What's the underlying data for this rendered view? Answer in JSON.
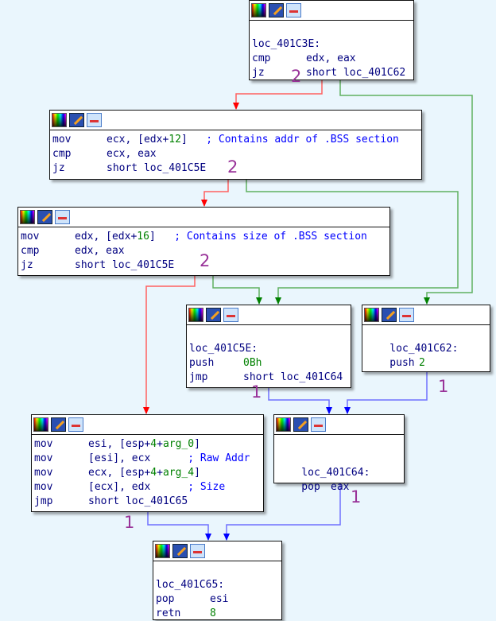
{
  "colors": {
    "background": "#eaf6fd",
    "text": "#000080",
    "number": "#008000",
    "comment": "#0000ff",
    "edge_true": "#ff0000",
    "edge_false": "#008000",
    "edge_jump": "#0000ff",
    "count": "#993399"
  },
  "block_icons": [
    "color-palette-icon",
    "edit-pencil-icon",
    "graph-view-icon"
  ],
  "blocks": [
    {
      "id": "loc_401C3E",
      "lines": [
        {
          "mn": "",
          "ops": []
        },
        {
          "mn": "loc_401C3E:",
          "ops": []
        },
        {
          "mn": "cmp",
          "ops": [
            {
              "t": "edx, eax"
            }
          ]
        },
        {
          "mn": "jz",
          "ops": [
            {
              "t": "short loc_401C62"
            }
          ]
        }
      ]
    },
    {
      "id": "block2",
      "lines": [
        {
          "mn": "mov",
          "ops": [
            {
              "t": "ecx, [edx+"
            },
            {
              "t": "12",
              "k": "g"
            },
            {
              "t": "]   "
            },
            {
              "t": "; Contains addr of .BSS section",
              "k": "c"
            }
          ]
        },
        {
          "mn": "cmp",
          "ops": [
            {
              "t": "ecx, eax"
            }
          ]
        },
        {
          "mn": "jz",
          "ops": [
            {
              "t": "short loc_401C5E"
            }
          ]
        }
      ]
    },
    {
      "id": "block3",
      "lines": [
        {
          "mn": "mov",
          "ops": [
            {
              "t": "edx, [edx+"
            },
            {
              "t": "16",
              "k": "g"
            },
            {
              "t": "]   "
            },
            {
              "t": "; Contains size of .BSS section",
              "k": "c"
            }
          ]
        },
        {
          "mn": "cmp",
          "ops": [
            {
              "t": "edx, eax"
            }
          ]
        },
        {
          "mn": "jz",
          "ops": [
            {
              "t": "short loc_401C5E"
            }
          ]
        }
      ]
    },
    {
      "id": "loc_401C5E",
      "lines": [
        {
          "mn": "",
          "ops": []
        },
        {
          "mn": "loc_401C5E:",
          "ops": []
        },
        {
          "mn": "push",
          "ops": [
            {
              "t": "0Bh",
              "k": "g"
            }
          ]
        },
        {
          "mn": "jmp",
          "ops": [
            {
              "t": "short loc_401C64"
            }
          ]
        }
      ]
    },
    {
      "id": "loc_401C62",
      "lines": [
        {
          "mn": "",
          "ops": []
        },
        {
          "mn": "    loc_401C62:",
          "ops": []
        },
        {
          "mn": "    push",
          "ops": [
            {
              "t": "2",
              "k": "g"
            }
          ]
        }
      ]
    },
    {
      "id": "block6",
      "lines": [
        {
          "mn": "mov",
          "ops": [
            {
              "t": "esi, [esp+"
            },
            {
              "t": "4",
              "k": "g"
            },
            {
              "t": "+"
            },
            {
              "t": "arg_0",
              "k": "g"
            },
            {
              "t": "]"
            }
          ]
        },
        {
          "mn": "mov",
          "ops": [
            {
              "t": "[esi], ecx      "
            },
            {
              "t": "; Raw Addr",
              "k": "c"
            }
          ]
        },
        {
          "mn": "mov",
          "ops": [
            {
              "t": "ecx, [esp+"
            },
            {
              "t": "4",
              "k": "g"
            },
            {
              "t": "+"
            },
            {
              "t": "arg_4",
              "k": "g"
            },
            {
              "t": "]"
            }
          ]
        },
        {
          "mn": "mov",
          "ops": [
            {
              "t": "[ecx], edx      "
            },
            {
              "t": "; Size",
              "k": "c"
            }
          ]
        },
        {
          "mn": "jmp",
          "ops": [
            {
              "t": "short loc_401C65"
            }
          ]
        }
      ]
    },
    {
      "id": "loc_401C64",
      "lines": [
        {
          "mn": "",
          "ops": []
        },
        {
          "mn": "",
          "ops": []
        },
        {
          "mn": "    loc_401C64:",
          "ops": []
        },
        {
          "mn": "    pop",
          "ops": [
            {
              "t": "eax"
            }
          ]
        }
      ]
    },
    {
      "id": "loc_401C65",
      "lines": [
        {
          "mn": "",
          "ops": []
        },
        {
          "mn": "loc_401C65:",
          "ops": []
        },
        {
          "mn": "pop",
          "ops": [
            {
              "t": "esi"
            }
          ]
        },
        {
          "mn": "retn",
          "ops": [
            {
              "t": "8",
              "k": "g"
            }
          ]
        }
      ]
    }
  ],
  "edge_counts": [
    "2",
    "2",
    "2",
    "1",
    "1",
    "1",
    "1"
  ]
}
